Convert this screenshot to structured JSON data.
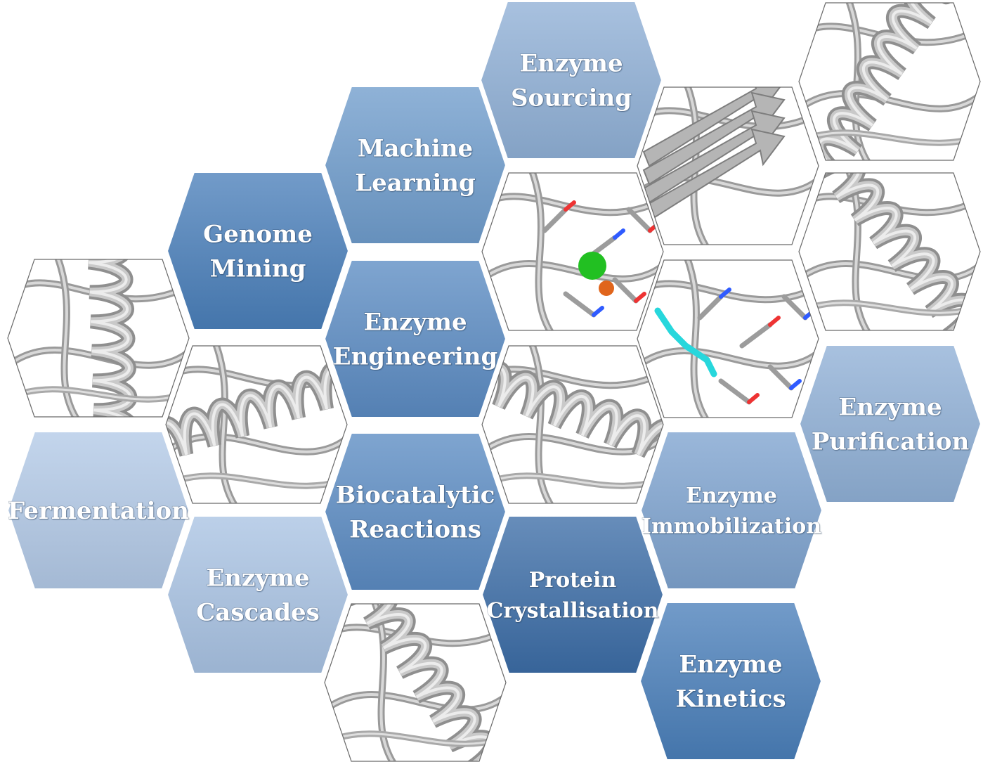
{
  "topics": [
    {
      "id": "enzyme-sourcing",
      "lines": [
        "Enzyme",
        "Sourcing"
      ],
      "color": "#8fb0d6"
    },
    {
      "id": "machine-learning",
      "lines": [
        "Machine",
        "Learning"
      ],
      "color": "#6f9ccc"
    },
    {
      "id": "genome-mining",
      "lines": [
        "Genome",
        "Mining"
      ],
      "color": "#4a7fba"
    },
    {
      "id": "enzyme-engineering",
      "lines": [
        "Enzyme",
        "Engineering"
      ],
      "color": "#5b8bc3"
    },
    {
      "id": "enzyme-purification",
      "lines": [
        "Enzyme",
        "Purification"
      ],
      "color": "#8fb0d6"
    },
    {
      "id": "fermentation",
      "lines": [
        "Fermentation"
      ],
      "color": "#b2c9e6"
    },
    {
      "id": "biocatalytic-reactions",
      "lines": [
        "Biocatalytic",
        "Reactions"
      ],
      "color": "#5b8bc3"
    },
    {
      "id": "enzyme-immobilization",
      "lines": [
        "Enzyme",
        "Immobilization"
      ],
      "color": "#7ea3cf"
    },
    {
      "id": "enzyme-cascades",
      "lines": [
        "Enzyme",
        "Cascades"
      ],
      "color": "#a9c3e3"
    },
    {
      "id": "protein-crystallisation",
      "lines": [
        "Protein",
        "Crystallisation"
      ],
      "color": "#3c6da6"
    },
    {
      "id": "enzyme-kinetics",
      "lines": [
        "Enzyme",
        "Kinetics"
      ],
      "color": "#4a7fba"
    }
  ],
  "images": [
    {
      "id": "protein-image-top-right",
      "motif": "helix"
    },
    {
      "id": "protein-image-beta-sheet",
      "motif": "sheet"
    },
    {
      "id": "protein-image-active-site",
      "motif": "active-site"
    },
    {
      "id": "protein-image-helix-right",
      "motif": "helix"
    },
    {
      "id": "protein-image-left-helix",
      "motif": "helix"
    },
    {
      "id": "protein-image-ligand",
      "motif": "ligand"
    },
    {
      "id": "protein-image-helices-left",
      "motif": "helix"
    },
    {
      "id": "protein-image-center-helix",
      "motif": "helix"
    },
    {
      "id": "protein-image-bottom-helix",
      "motif": "helix"
    }
  ]
}
